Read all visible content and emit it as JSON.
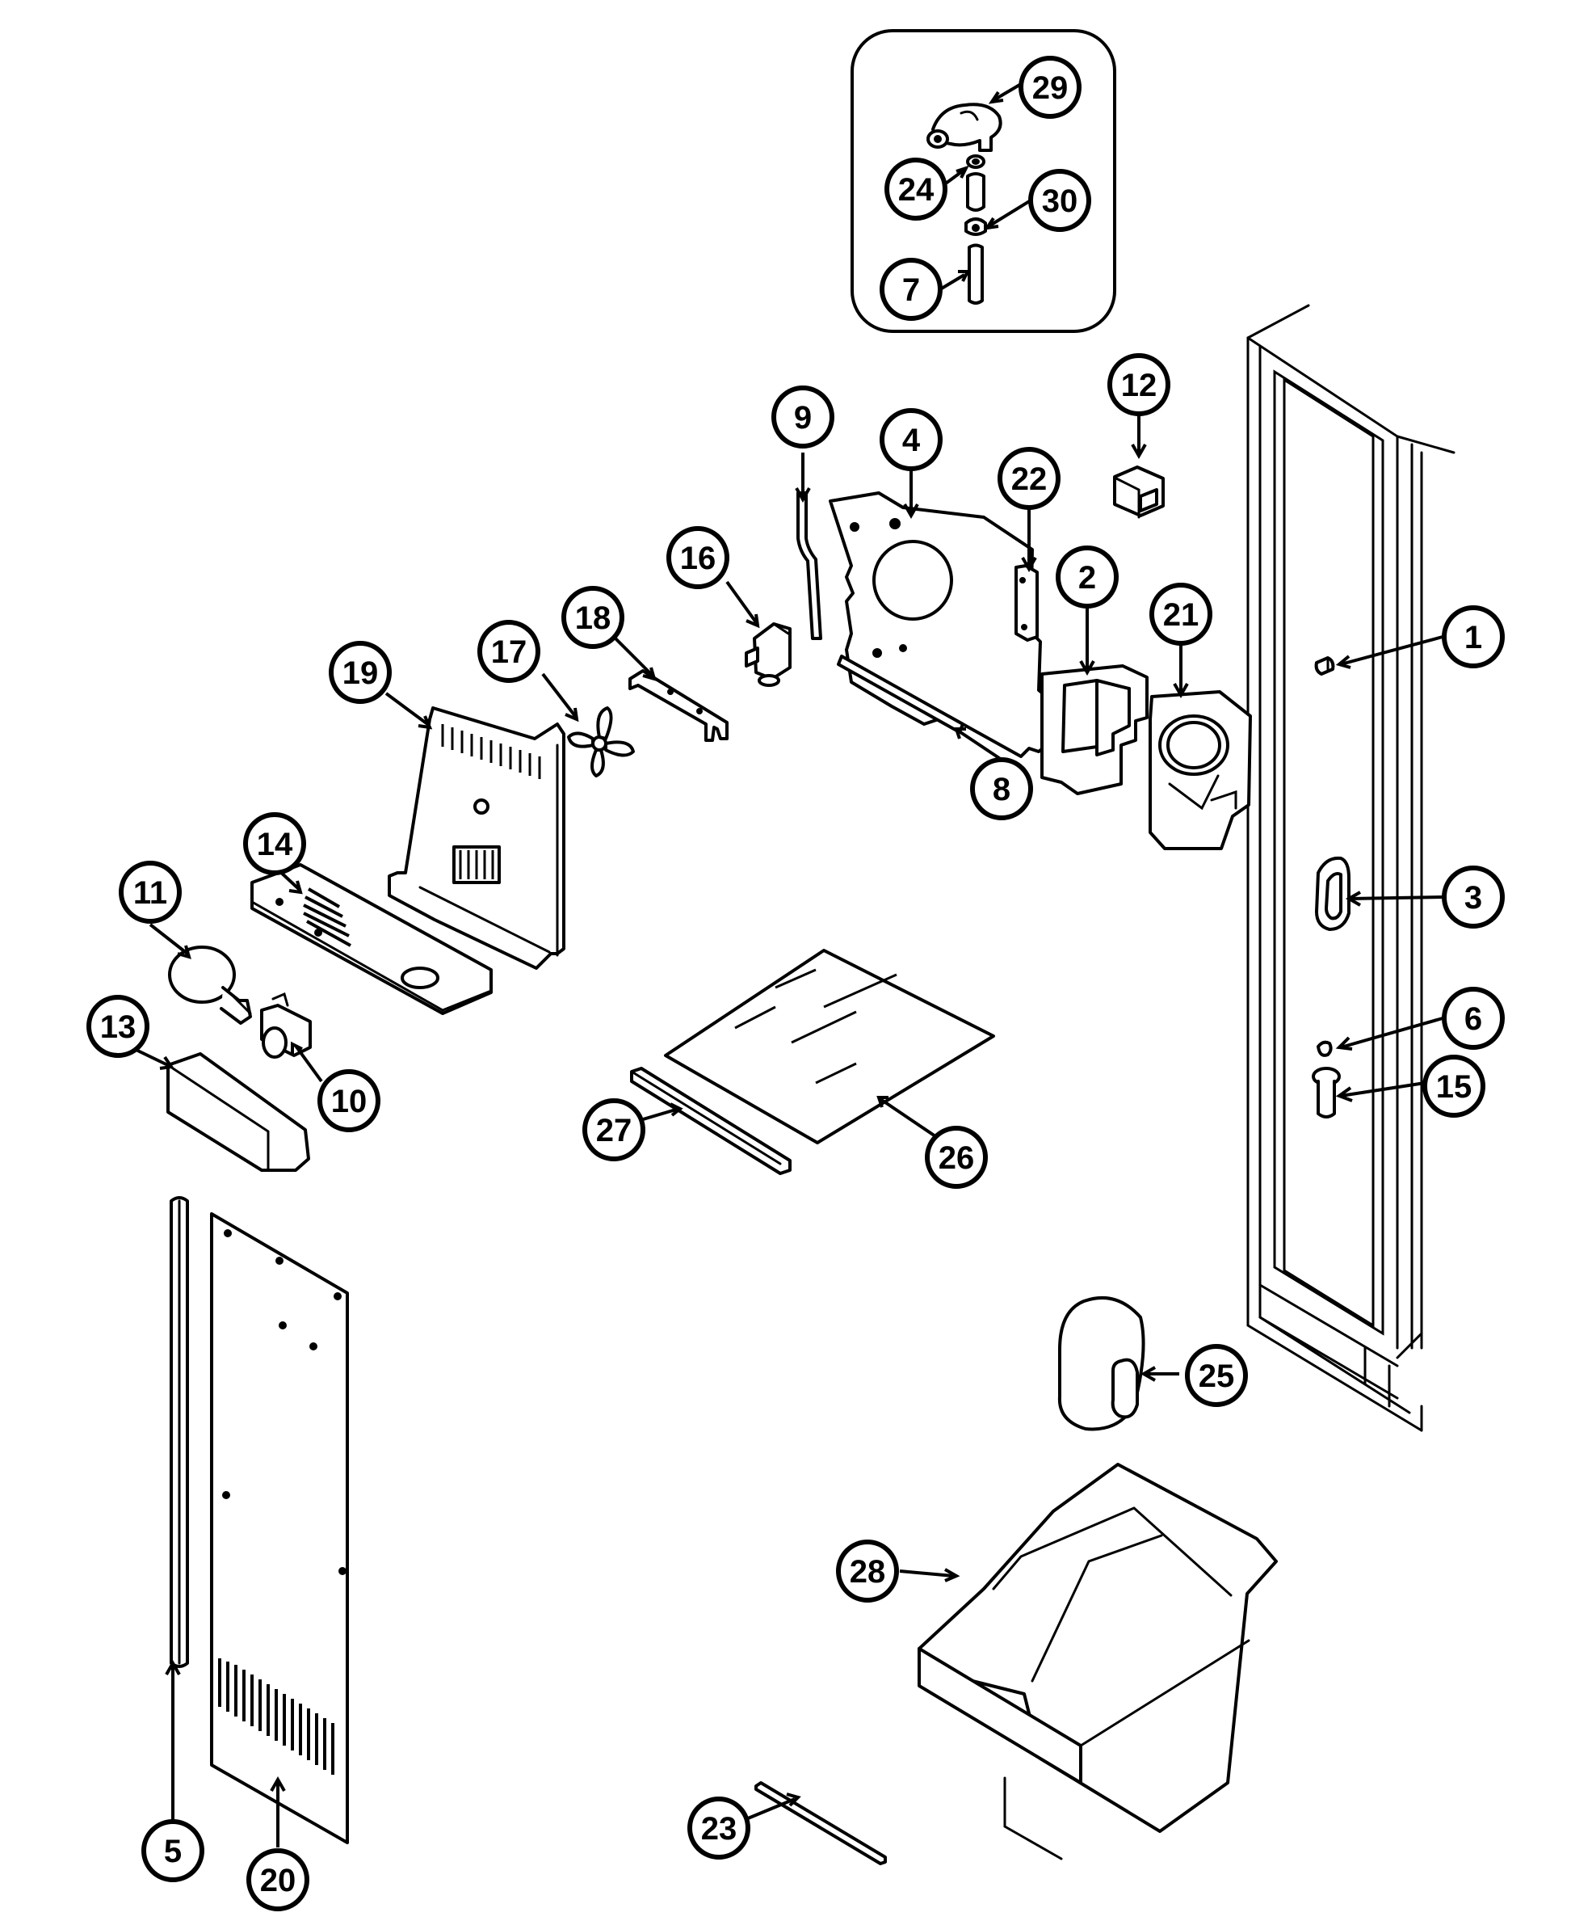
{
  "diagram": {
    "colors": {
      "ink": "#000000",
      "paper": "#ffffff"
    },
    "callouts": [
      {
        "id": "29",
        "label": "29",
        "part": "valve-elbow"
      },
      {
        "id": "24",
        "label": "24",
        "part": "nut"
      },
      {
        "id": "30",
        "label": "30",
        "part": "clamp"
      },
      {
        "id": "7",
        "label": "7",
        "part": "tube"
      },
      {
        "id": "12",
        "label": "12",
        "part": "switch"
      },
      {
        "id": "9",
        "label": "9",
        "part": "rod"
      },
      {
        "id": "4",
        "label": "4",
        "part": "mounting-plate"
      },
      {
        "id": "22",
        "label": "22",
        "part": "bracket-strip"
      },
      {
        "id": "2",
        "label": "2",
        "part": "housing"
      },
      {
        "id": "21",
        "label": "21",
        "part": "fan-shroud"
      },
      {
        "id": "1",
        "label": "1",
        "part": "screw"
      },
      {
        "id": "16",
        "label": "16",
        "part": "motor"
      },
      {
        "id": "18",
        "label": "18",
        "part": "bracket"
      },
      {
        "id": "17",
        "label": "17",
        "part": "fan-blade"
      },
      {
        "id": "19",
        "label": "19",
        "part": "vent-cover"
      },
      {
        "id": "8",
        "label": "8",
        "part": "seal-strip"
      },
      {
        "id": "14",
        "label": "14",
        "part": "light-housing"
      },
      {
        "id": "11",
        "label": "11",
        "part": "light-bulb"
      },
      {
        "id": "3",
        "label": "3",
        "part": "grommet"
      },
      {
        "id": "6",
        "label": "6",
        "part": "screw"
      },
      {
        "id": "15",
        "label": "15",
        "part": "shelf-support"
      },
      {
        "id": "13",
        "label": "13",
        "part": "light-shield"
      },
      {
        "id": "10",
        "label": "10",
        "part": "socket"
      },
      {
        "id": "27",
        "label": "27",
        "part": "shelf-trim"
      },
      {
        "id": "26",
        "label": "26",
        "part": "glass-shelf"
      },
      {
        "id": "25",
        "label": "25",
        "part": "bin-cover"
      },
      {
        "id": "28",
        "label": "28",
        "part": "ice-bin"
      },
      {
        "id": "5",
        "label": "5",
        "part": "liner-trim"
      },
      {
        "id": "20",
        "label": "20",
        "part": "rear-panel"
      },
      {
        "id": "23",
        "label": "23",
        "part": "strip"
      }
    ]
  }
}
